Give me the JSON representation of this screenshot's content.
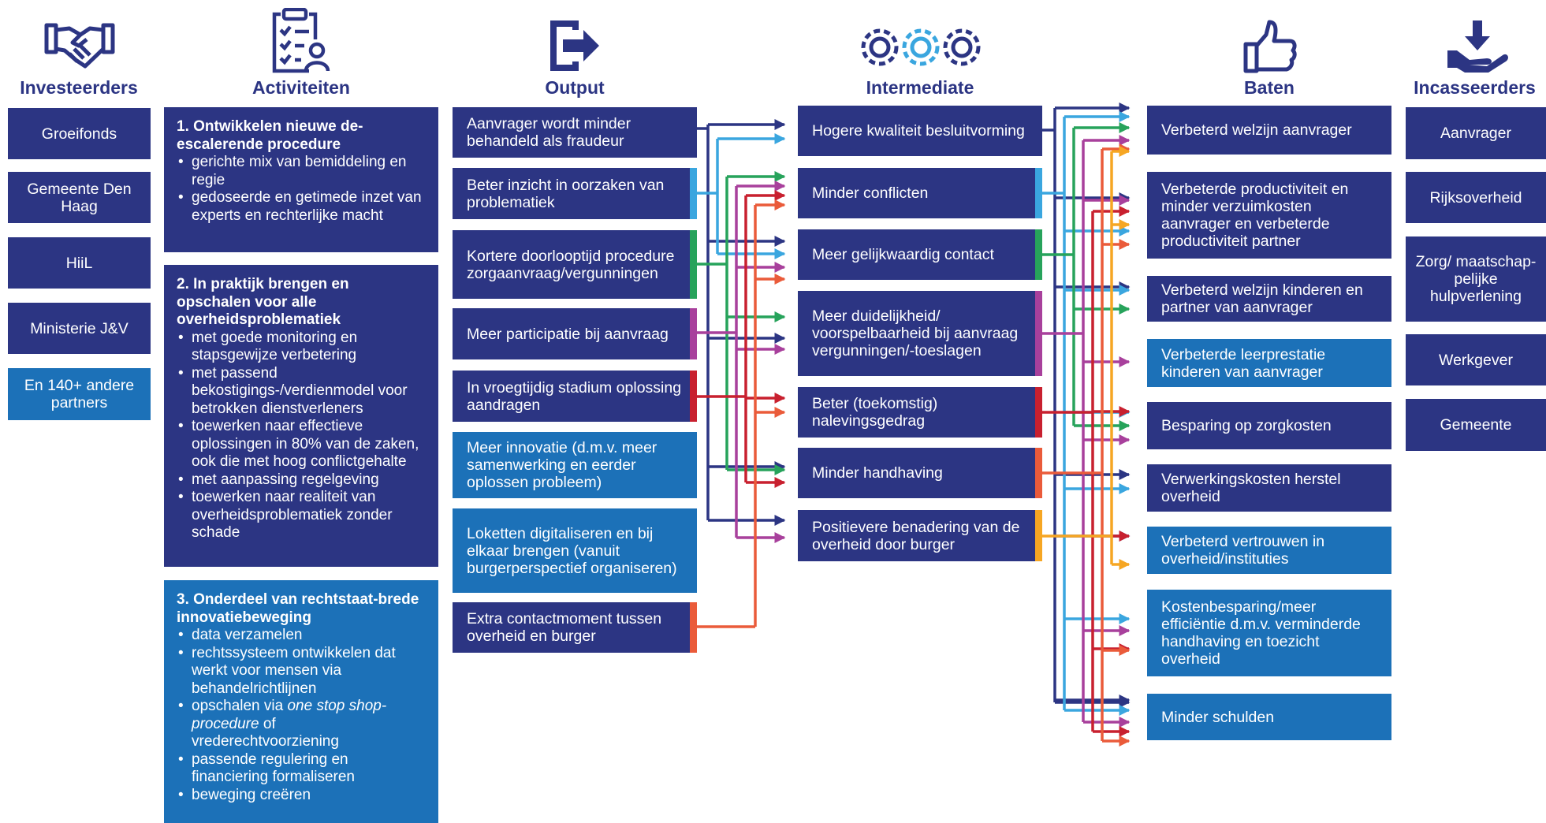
{
  "headers": {
    "investeerders": "Investeerders",
    "activiteiten": "Activiteiten",
    "output": "Output",
    "intermediate": "Intermediate",
    "baten": "Baten",
    "incasseerders": "Incasseerders"
  },
  "icons": {
    "investeerders": "handshake-icon",
    "activiteiten": "clipboard-checklist-icon",
    "output": "exit-arrow-icon",
    "intermediate": "gears-icon",
    "baten": "thumbs-up-icon",
    "incasseerders": "hand-receive-icon"
  },
  "colors": {
    "dark_blue": "#2c3583",
    "light_blue": "#1c71b8",
    "arrow_navy": "#2c3583",
    "arrow_cyan": "#3aa6df",
    "arrow_green": "#27a35b",
    "arrow_purple": "#a8409c",
    "arrow_red": "#c8202f",
    "arrow_orange": "#ea5b3a",
    "arrow_amber": "#f6a623"
  },
  "investeerders": [
    "Groeifonds",
    "Gemeente Den Haag",
    "HiiL",
    "Ministerie J&V",
    "En 140+ andere partners"
  ],
  "activiteiten": [
    {
      "title": "1. Ontwikkelen nieuwe de-escalerende procedure",
      "items": [
        "gerichte mix van bemiddeling en regie",
        "gedoseerde en getimede inzet van experts en rechterlijke macht"
      ]
    },
    {
      "title": "2. In praktijk brengen en opschalen voor alle overheidsproblematiek",
      "items": [
        "met goede monitoring en stapsgewijze verbetering",
        "met passend bekostigings-/verdienmodel voor betrokken dienstverleners",
        "toewerken naar effectieve oplossingen in 80% van de zaken, ook die met hoog conflictgehalte",
        "met aanpassing regelgeving",
        "toewerken naar realiteit van overheidsproblematiek zonder schade"
      ]
    },
    {
      "title": "3. Onderdeel van rechtstaat-brede innovatiebeweging",
      "items": [
        "data verzamelen",
        "rechtssysteem ontwikkelen dat werkt voor mensen via behandelrichtlijnen",
        "passende regulering en financiering formaliseren",
        "beweging creëren"
      ],
      "item_shop": {
        "pre": "opschalen via ",
        "em": "one stop shop-procedure",
        "post": " of vrederechtvoorziening"
      }
    }
  ],
  "output": [
    "Aanvrager wordt minder behandeld als fraudeur",
    "Beter inzicht in oorzaken van problematiek",
    "Kortere doorlooptijd procedure zorgaanvraag/vergunningen",
    "Meer participatie bij aanvraag",
    "In vroegtijdig stadium oplossing aandragen",
    "Meer innovatie (d.m.v. meer samenwerking en eerder oplossen probleem)",
    "Loketten digitaliseren en bij elkaar brengen (vanuit burgerperspectief organiseren)",
    "Extra contactmoment tussen overheid en burger"
  ],
  "intermediate": [
    "Hogere kwaliteit besluitvorming",
    "Minder conflicten",
    "Meer gelijkwaardig contact",
    "Meer duidelijkheid/ voorspelbaarheid bij aanvraag vergunningen/-toeslagen",
    "Beter (toekomstig) nalevingsgedrag",
    "Minder handhaving",
    "Positievere benadering van de overheid door burger"
  ],
  "baten": [
    "Verbeterd welzijn aanvrager",
    "Verbeterde productiviteit en minder verzuimkosten aanvrager en verbeterde productiviteit partner",
    "Verbeterd welzijn kinderen en partner van aanvrager",
    "Verbeterde leerprestatie kinderen van aanvrager",
    "Besparing op zorgkosten",
    "Verwerkingskosten herstel overheid",
    "Verbeterd vertrouwen in overheid/instituties",
    "Kostenbesparing/meer efficiëntie d.m.v. verminderde handhaving en toezicht overheid",
    "Minder schulden"
  ],
  "incasseerders": [
    "Aanvrager",
    "Rijksoverheid",
    "Zorg/ maatschap-pelijke hulpverlening",
    "Werkgever",
    "Gemeente"
  ]
}
